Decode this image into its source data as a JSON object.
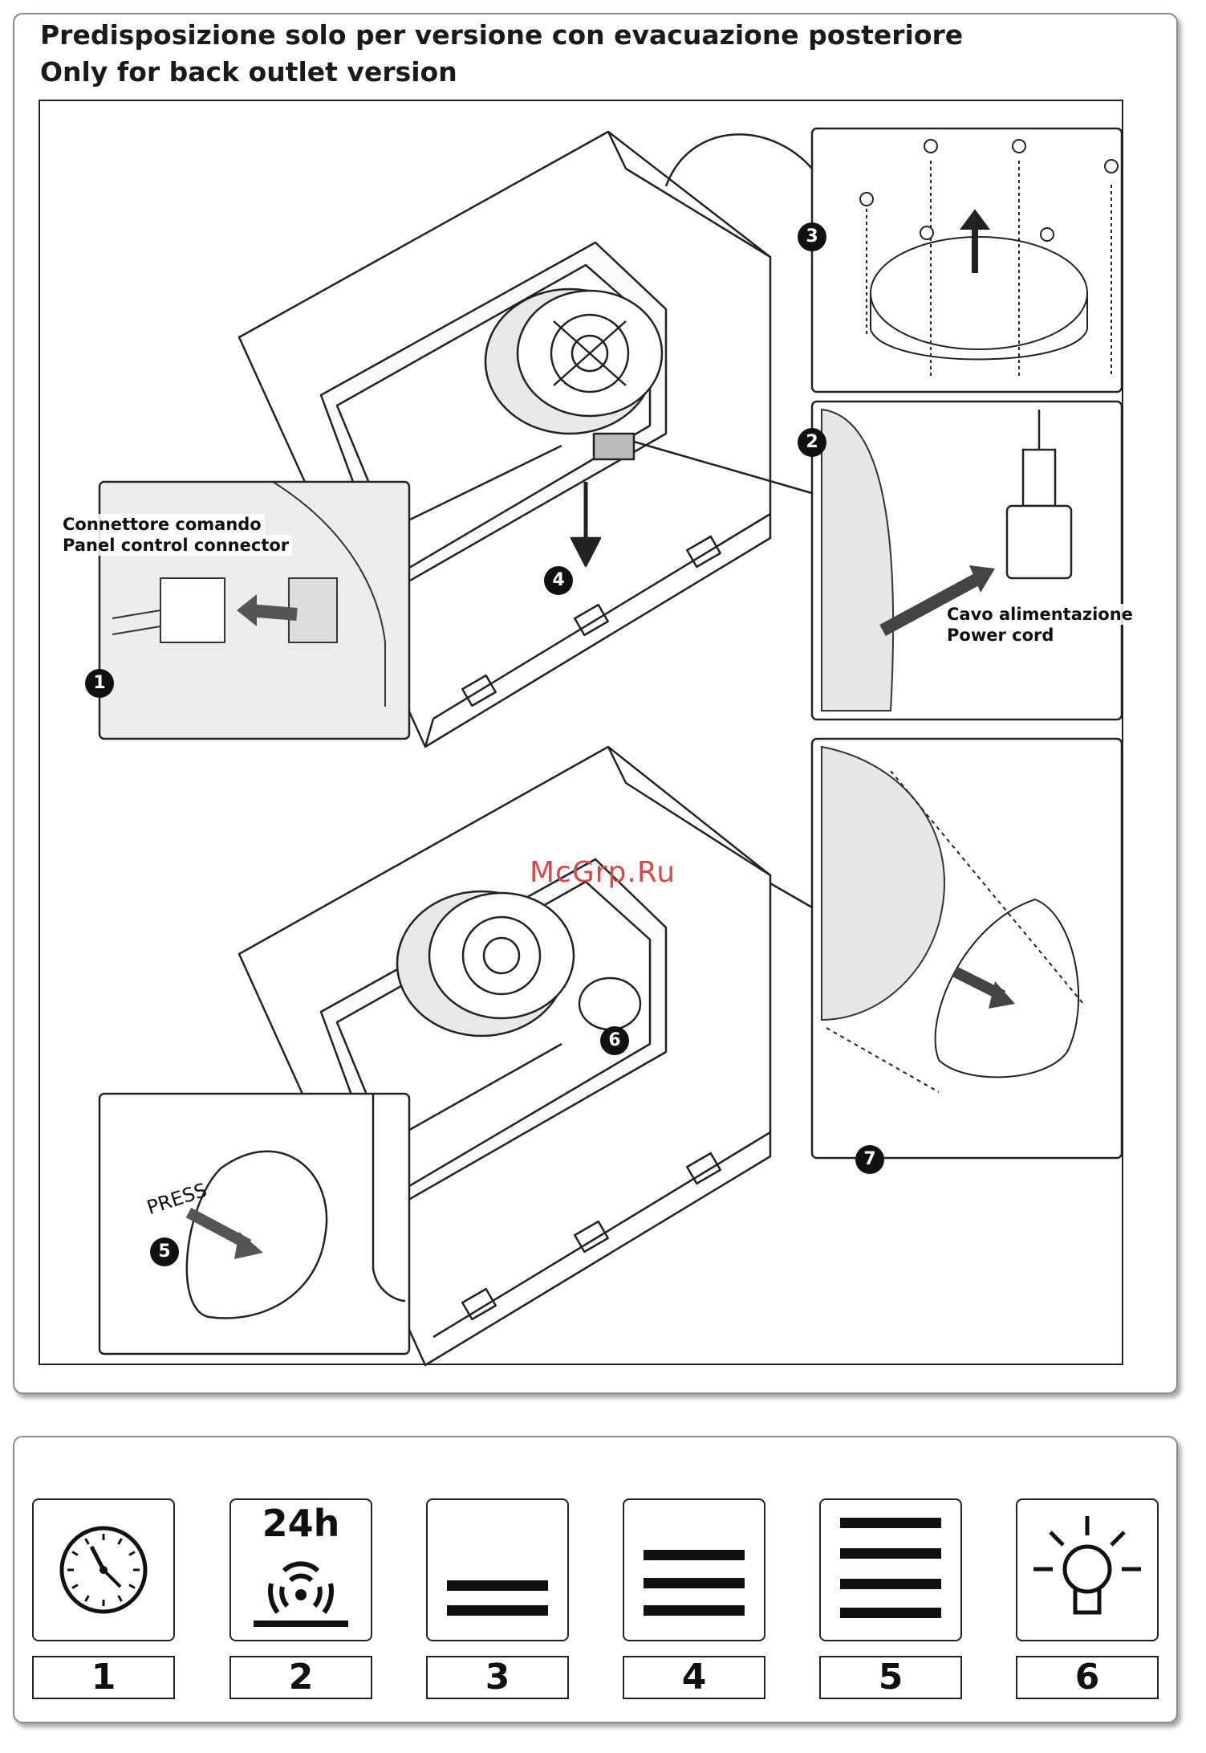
{
  "header": {
    "title_it": "Predisposizione solo per versione con evacuazione posteriore",
    "title_en": "Only for back outlet version"
  },
  "callouts": {
    "connector_it": "Connettore comando",
    "connector_en": "Panel control connector",
    "cord_it": "Cavo alimentazione",
    "cord_en": "Power cord",
    "press": "PRESS"
  },
  "steps": [
    "1",
    "2",
    "3",
    "4",
    "5",
    "6",
    "7"
  ],
  "watermark": "McGrp.Ru",
  "legend": {
    "icons": [
      {
        "icon": "clock-icon",
        "label": "1"
      },
      {
        "icon": "timer-24h-icon",
        "label": "2",
        "text": "24h"
      },
      {
        "icon": "speed-2-bars-icon",
        "label": "3"
      },
      {
        "icon": "speed-3-bars-icon",
        "label": "4"
      },
      {
        "icon": "speed-4-bars-icon",
        "label": "5"
      },
      {
        "icon": "light-bulb-icon",
        "label": "6"
      }
    ]
  },
  "colors": {
    "ink": "#1a1a1a",
    "frame": "#8a8a8a",
    "watermark": "#d44a4a"
  }
}
